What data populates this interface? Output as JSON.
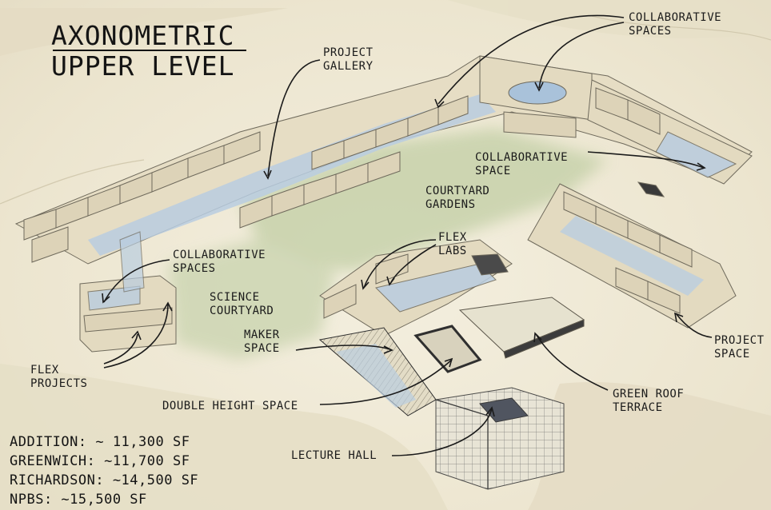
{
  "title": {
    "line1": "AXONOMETRIC",
    "line2": "UPPER LEVEL"
  },
  "labels": {
    "project_gallery": "PROJECT\nGALLERY",
    "collaborative_spaces_top": "COLLABORATIVE\nSPACES",
    "collaborative_space": "COLLABORATIVE\nSPACE",
    "courtyard_gardens": "COURTYARD\nGARDENS",
    "flex_labs": "FLEX\nLABS",
    "collaborative_spaces_left": "COLLABORATIVE\nSPACES",
    "science_courtyard": "SCIENCE\nCOURTYARD",
    "maker_space": "MAKER\nSPACE",
    "flex_projects": "FLEX\nPROJECTS",
    "double_height_space": "DOUBLE HEIGHT SPACE",
    "green_roof_terrace": "GREEN ROOF\nTERRACE",
    "project_space": "PROJECT\nSPACE",
    "lecture_hall": "LECTURE HALL"
  },
  "areas": [
    "ADDITION: ~ 11,300 SF",
    "GREENWICH: ~11,700 SF",
    "RICHARDSON: ~14,500 SF",
    "NPBS: ~15,500 SF"
  ],
  "colors": {
    "paper": "#efe9d6",
    "wall": "#d9cfb3",
    "wall_edge": "#6f6a5c",
    "corridor": "#b9cde0",
    "garden": "#c9d3b0",
    "ink": "#1b1b1b"
  }
}
